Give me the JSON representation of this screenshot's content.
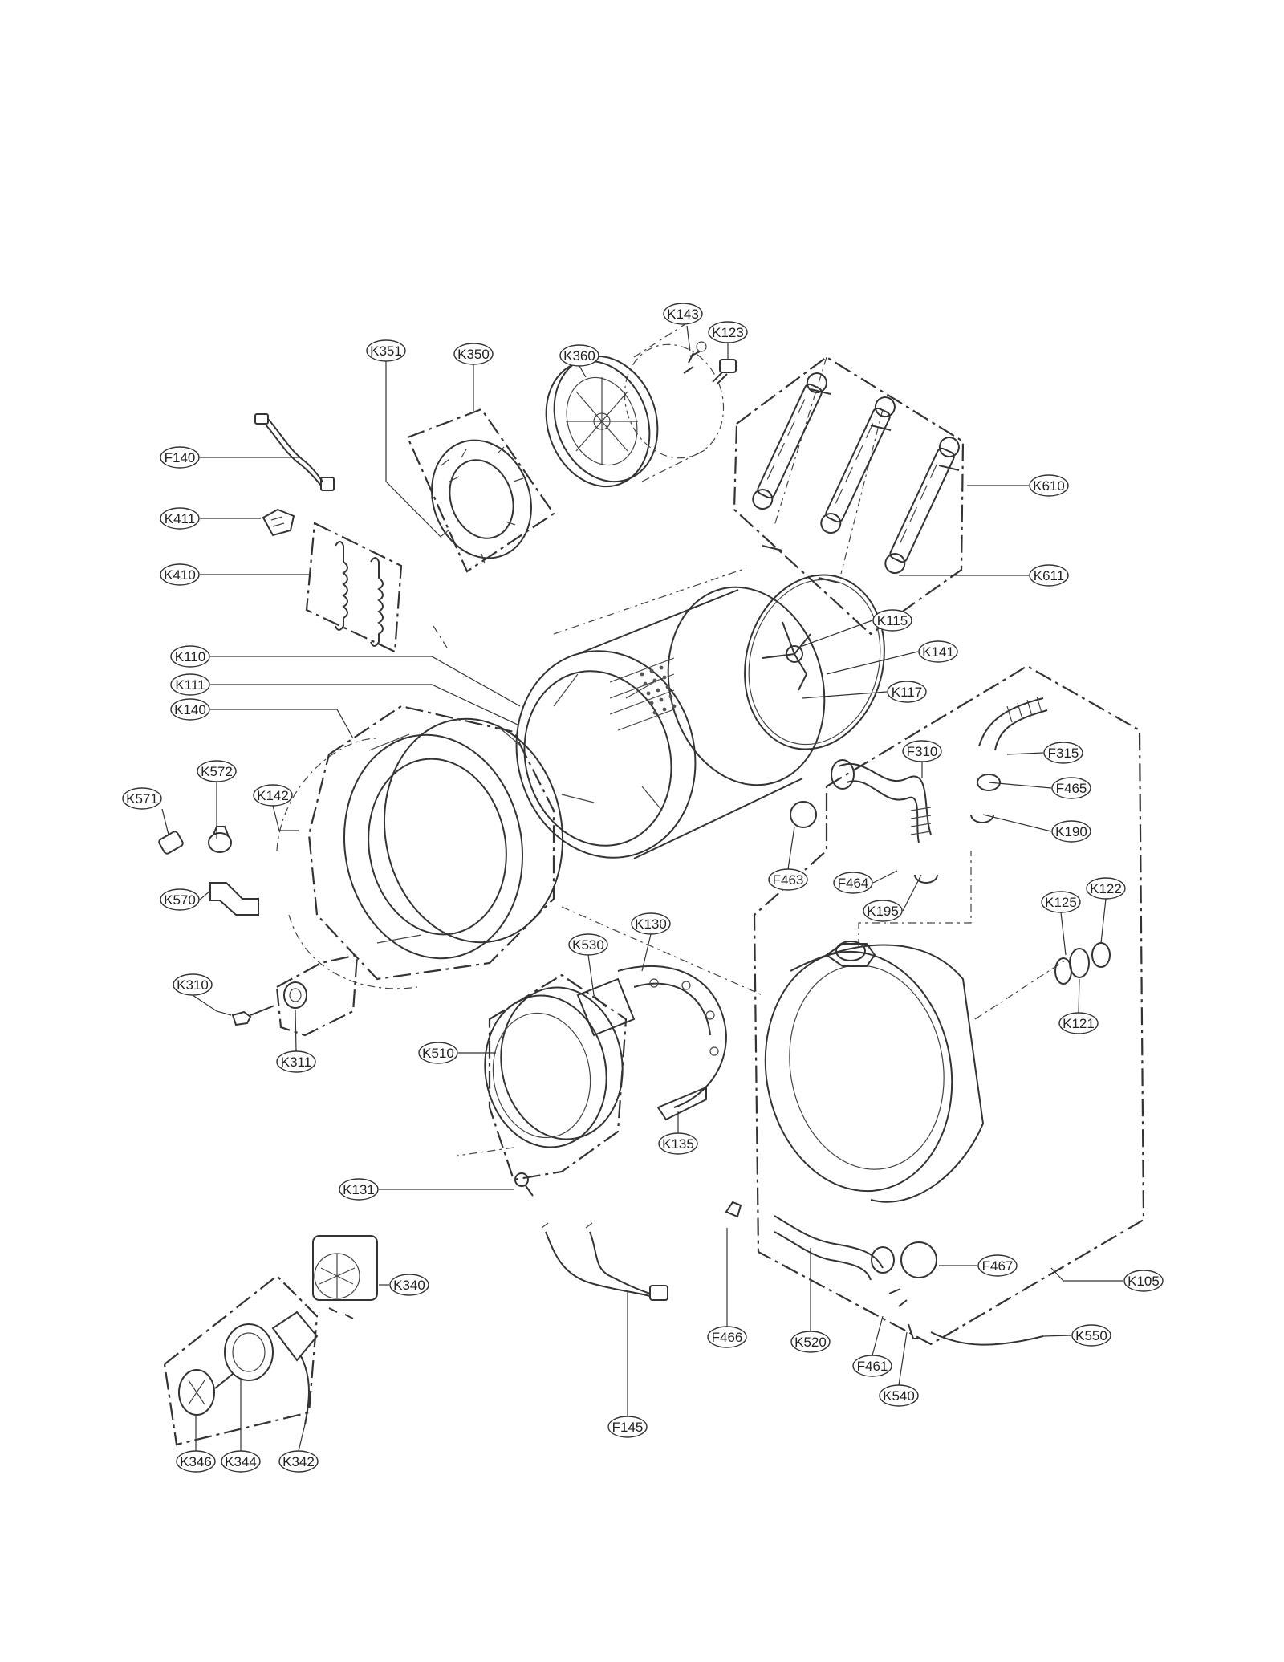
{
  "parts": [
    {
      "id": "k143",
      "code": "K143"
    },
    {
      "id": "k123",
      "code": "K123"
    },
    {
      "id": "k351",
      "code": "K351"
    },
    {
      "id": "k350",
      "code": "K350"
    },
    {
      "id": "k360",
      "code": "K360"
    },
    {
      "id": "f140",
      "code": "F140"
    },
    {
      "id": "k411",
      "code": "K411"
    },
    {
      "id": "k410",
      "code": "K410"
    },
    {
      "id": "k610",
      "code": "K610"
    },
    {
      "id": "k611",
      "code": "K611"
    },
    {
      "id": "k115",
      "code": "K115"
    },
    {
      "id": "k141",
      "code": "K141"
    },
    {
      "id": "k117",
      "code": "K117"
    },
    {
      "id": "k110",
      "code": "K110"
    },
    {
      "id": "k111",
      "code": "K111"
    },
    {
      "id": "k140",
      "code": "K140"
    },
    {
      "id": "k571",
      "code": "K571"
    },
    {
      "id": "k572",
      "code": "K572"
    },
    {
      "id": "k142",
      "code": "K142"
    },
    {
      "id": "k570",
      "code": "K570"
    },
    {
      "id": "f310",
      "code": "F310"
    },
    {
      "id": "f315",
      "code": "F315"
    },
    {
      "id": "f465",
      "code": "F465"
    },
    {
      "id": "k190",
      "code": "K190"
    },
    {
      "id": "f464",
      "code": "F464"
    },
    {
      "id": "f463",
      "code": "F463"
    },
    {
      "id": "k195",
      "code": "K195"
    },
    {
      "id": "k125",
      "code": "K125"
    },
    {
      "id": "k122",
      "code": "K122"
    },
    {
      "id": "k121",
      "code": "K121"
    },
    {
      "id": "k310",
      "code": "K310"
    },
    {
      "id": "k311",
      "code": "K311"
    },
    {
      "id": "k530",
      "code": "K530"
    },
    {
      "id": "k130",
      "code": "K130"
    },
    {
      "id": "k510",
      "code": "K510"
    },
    {
      "id": "k135",
      "code": "K135"
    },
    {
      "id": "k131",
      "code": "K131"
    },
    {
      "id": "k340",
      "code": "K340"
    },
    {
      "id": "f467",
      "code": "F467"
    },
    {
      "id": "k105",
      "code": "K105"
    },
    {
      "id": "f466",
      "code": "F466"
    },
    {
      "id": "k520",
      "code": "K520"
    },
    {
      "id": "f461",
      "code": "F461"
    },
    {
      "id": "k540",
      "code": "K540"
    },
    {
      "id": "k550",
      "code": "K550"
    },
    {
      "id": "f145",
      "code": "F145"
    },
    {
      "id": "k346",
      "code": "K346"
    },
    {
      "id": "k344",
      "code": "K344"
    },
    {
      "id": "k342",
      "code": "K342"
    }
  ]
}
